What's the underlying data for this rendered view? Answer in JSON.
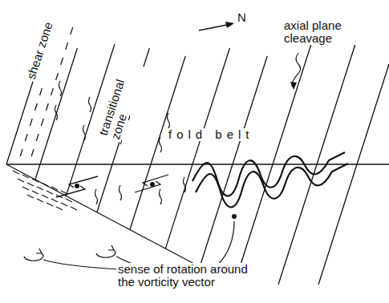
{
  "diagram": {
    "labels": [
      "shear zone",
      "transitional zone",
      "N",
      "axial plane cleavage",
      "fold belt",
      "sense of rotation around the vorticity vector"
    ]
  }
}
